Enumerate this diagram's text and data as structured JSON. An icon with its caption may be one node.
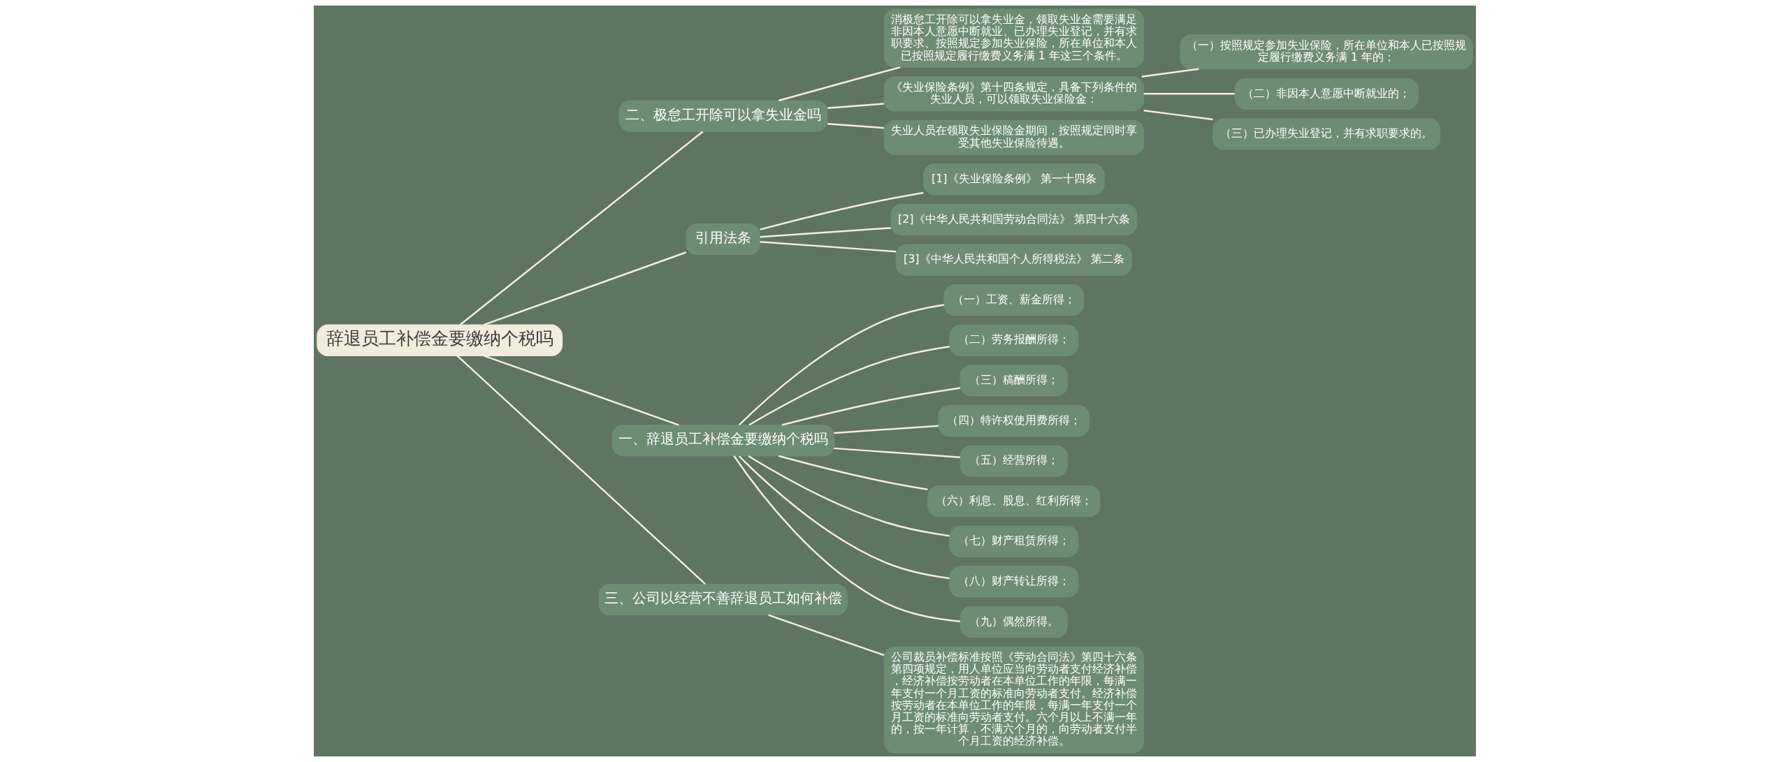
{
  "diagram": {
    "nodes": [
      {
        "text": [
          "辞退员工补偿金要缴纳个税吗"
        ]
      },
      {
        "text": [
          "二、极怠工开除可以拿失业金吗"
        ]
      },
      {
        "text": [
          "消极怠工开除可以拿失业金，领取失业金需要满足非因本人意愿中断就业、已办理失业登记，并有求职要求、按照规定参加失业保险，所在单位和本人已按照规定履行缴费义务满 1 年这三个条件。"
        ]
      },
      {
        "text": [
          "《失业保险条例》第十四条规定，具备下列条件的失业人员，可以领取失业保险金："
        ]
      },
      {
        "text": [
          "（一）按照规定参加失业保险，所在单位和本人已按照规定履行缴费义务满 1 年的；"
        ]
      },
      {
        "text": [
          "（二）非因本人意愿中断就业的；"
        ]
      },
      {
        "text": [
          "（三）已办理失业登记，并有求职要求的。"
        ]
      },
      {
        "text": [
          "失业人员在领取失业保险金期间，按照规定同时享受其他失业保险待遇。"
        ]
      },
      {
        "text": [
          "引用法条"
        ]
      },
      {
        "text": [
          "[1]《失业保险条例》 第一十四条"
        ]
      },
      {
        "text": [
          "[2]《中华人民共和国劳动合同法》 第四十六条"
        ]
      },
      {
        "text": [
          "[3]《中华人民共和国个人所得税法》 第二条"
        ]
      },
      {
        "text": [
          "一、辞退员工补偿金要缴纳个税吗"
        ]
      },
      {
        "text": [
          "（一）工资、薪金所得；"
        ]
      },
      {
        "text": [
          "（二）劳务报酬所得；"
        ]
      },
      {
        "text": [
          "（三）稿酬所得；"
        ]
      },
      {
        "text": [
          "（四）特许权使用费所得；"
        ]
      },
      {
        "text": [
          "（五）经营所得；"
        ]
      },
      {
        "text": [
          "（六）利息、股息、红利所得；"
        ]
      },
      {
        "text": [
          "（七）财产租赁所得；"
        ]
      },
      {
        "text": [
          "（八）财产转让所得；"
        ]
      },
      {
        "text": [
          "（九）偶然所得。"
        ]
      },
      {
        "text": [
          "三、公司以经营不善辞退员工如何补偿"
        ]
      },
      {
        "text": [
          "公司裁员补偿标准按照《劳动合同法》第四十六条第四项规定，用人单位应当向劳动者支付经济补偿，经济补偿按劳动者在本单位工作的年限，每满一年支付一个月工资的标准向劳动者支付。经济补偿按劳动者在本单位工作的年限，每满一年支付一个月工资的标准向劳动者支付。六个月以上不满一年的，按一年计算，不满六个月的，向劳动者支付半个月工资的经济补偿。"
        ]
      }
    ],
    "edges": [
      {
        "from": 0,
        "to": 1,
        "arrow": "none"
      },
      {
        "from": 1,
        "to": 2,
        "arrow": "none"
      },
      {
        "from": 1,
        "to": 3,
        "arrow": "none"
      },
      {
        "from": 3,
        "to": 4,
        "arrow": "none"
      },
      {
        "from": 3,
        "to": 5,
        "arrow": "none"
      },
      {
        "from": 3,
        "to": 6,
        "arrow": "none"
      },
      {
        "from": 1,
        "to": 7,
        "arrow": "none"
      },
      {
        "from": 0,
        "to": 8,
        "arrow": "none"
      },
      {
        "from": 8,
        "to": 9,
        "arrow": "none"
      },
      {
        "from": 8,
        "to": 10,
        "arrow": "none"
      },
      {
        "from": 8,
        "to": 11,
        "arrow": "none"
      },
      {
        "from": 0,
        "to": 12,
        "arrow": "none"
      },
      {
        "from": 12,
        "to": 13,
        "arrow": "none"
      },
      {
        "from": 12,
        "to": 14,
        "arrow": "none"
      },
      {
        "from": 12,
        "to": 15,
        "arrow": "none"
      },
      {
        "from": 12,
        "to": 16,
        "arrow": "none"
      },
      {
        "from": 12,
        "to": 17,
        "arrow": "none"
      },
      {
        "from": 12,
        "to": 18,
        "arrow": "none"
      },
      {
        "from": 12,
        "to": 19,
        "arrow": "none"
      },
      {
        "from": 12,
        "to": 20,
        "arrow": "none"
      },
      {
        "from": 12,
        "to": 21,
        "arrow": "none"
      },
      {
        "from": 0,
        "to": 22,
        "arrow": "none"
      },
      {
        "from": 22,
        "to": 23,
        "arrow": "none"
      }
    ]
  }
}
